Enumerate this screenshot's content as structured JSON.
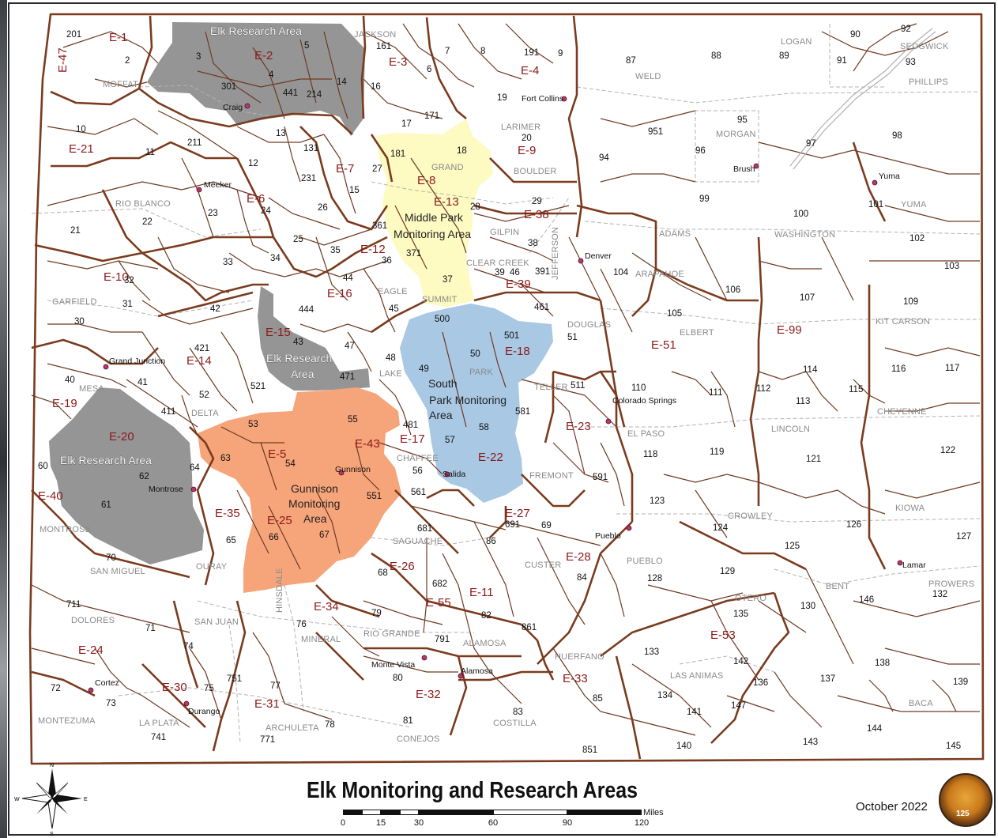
{
  "title": "Elk Monitoring and Research Areas",
  "date": "October 2022",
  "scale_bar": {
    "unit": "Miles",
    "ticks": [
      "0",
      "15",
      "30",
      "60",
      "90",
      "120"
    ]
  },
  "compass": {
    "n": "N",
    "s": "S",
    "e": "E",
    "w": "W"
  },
  "seal": {
    "year": "125"
  },
  "colors": {
    "boundary": "#7a3b1e",
    "research_area": "#959595",
    "middle_park": "#fdfac2",
    "south_park": "#a8c8e4",
    "gunnison": "#f6a57a",
    "dau_label": "#8b1a1a",
    "county_label": "#8a8a8a"
  },
  "areas": {
    "elk_research_north": "Elk Research Area",
    "elk_research_center_1": "Elk Research",
    "elk_research_center_2": "Area",
    "elk_research_west": "Elk Research Area",
    "middle_park_1": "Middle Park",
    "middle_park_2": "Monitoring Area",
    "south_park_1": "South",
    "south_park_2": "Park Monitoring",
    "south_park_3": "Area",
    "gunnison_1": "Gunnison",
    "gunnison_2": "Monitoring",
    "gunnison_3": "Area"
  },
  "dau_labels": [
    "E-1",
    "E-2",
    "E-47",
    "E-3",
    "E-4",
    "E-21",
    "E-9",
    "E-7",
    "E-8",
    "E-13",
    "E-6",
    "E-38",
    "E-12",
    "E-10",
    "E-16",
    "E-39",
    "E-15",
    "E-18",
    "E-14",
    "E-51",
    "E-99",
    "E-19",
    "E-17",
    "E-20",
    "E-23",
    "E-43",
    "E-5",
    "E-22",
    "E-40",
    "E-35",
    "E-25",
    "E-27",
    "E-28",
    "E-26",
    "E-55",
    "E-11",
    "E-34",
    "E-53",
    "E-24",
    "E-33",
    "E-32",
    "E-30",
    "E-31"
  ],
  "unit_numbers": [
    "201",
    "3",
    "5",
    "161",
    "7",
    "8",
    "191",
    "9",
    "90",
    "92",
    "2",
    "301",
    "4",
    "441",
    "214",
    "14",
    "16",
    "6",
    "87",
    "88",
    "89",
    "91",
    "93",
    "10",
    "13",
    "131",
    "17",
    "171",
    "19",
    "95",
    "98",
    "11",
    "211",
    "181",
    "18",
    "20",
    "951",
    "96",
    "97",
    "12",
    "231",
    "15",
    "27",
    "94",
    "99",
    "100",
    "102",
    "22",
    "23",
    "24",
    "26",
    "28",
    "29",
    "101",
    "21",
    "25",
    "361",
    "35",
    "36",
    "38",
    "103",
    "33",
    "34",
    "371",
    "391",
    "104",
    "106",
    "32",
    "31",
    "44",
    "45",
    "37",
    "39",
    "105",
    "107",
    "109",
    "30",
    "42",
    "444",
    "500",
    "501",
    "46",
    "461",
    "51",
    "421",
    "43",
    "47",
    "48",
    "50",
    "114",
    "116",
    "117",
    "40",
    "41",
    "52",
    "521",
    "471",
    "49",
    "511",
    "110",
    "111",
    "112",
    "113",
    "115",
    "411",
    "53",
    "55",
    "481",
    "58",
    "581",
    "63",
    "57",
    "119",
    "118",
    "121",
    "122",
    "60",
    "54",
    "56",
    "591",
    "62",
    "64",
    "551",
    "561",
    "123",
    "61",
    "691",
    "69",
    "124",
    "126",
    "127",
    "681",
    "65",
    "66",
    "67",
    "86",
    "125",
    "70",
    "68",
    "84",
    "128",
    "129",
    "682",
    "711",
    "82",
    "130",
    "146",
    "132",
    "71",
    "79",
    "791",
    "861",
    "135",
    "74",
    "133",
    "138",
    "751",
    "76",
    "80",
    "142",
    "72",
    "75",
    "77",
    "136",
    "137",
    "139",
    "73",
    "85",
    "134",
    "141",
    "147",
    "81",
    "83",
    "144",
    "741",
    "771",
    "78",
    "140",
    "851",
    "143",
    "145"
  ],
  "counties": [
    "MOFFAT",
    "JACKSON",
    "LOGAN",
    "SEDGWICK",
    "PHILLIPS",
    "WELD",
    "LARIMER",
    "MORGAN",
    "GRAND",
    "BOULDER",
    "RIO BLANCO",
    "ADAMS",
    "WASHINGTON",
    "YUMA",
    "GILPIN",
    "CLEAR CREEK",
    "JEFFERSON",
    "ARAPAHOE",
    "GARFIELD",
    "EAGLE",
    "SUMMIT",
    "DOUGLAS",
    "ELBERT",
    "KIT CARSON",
    "PARK",
    "MESA",
    "LAKE",
    "TELLER",
    "DELTA",
    "EL PASO",
    "LINCOLN",
    "CHEYENNE",
    "CHAFFEE",
    "FREMONT",
    "MONTROSE",
    "SAGUACHE",
    "CUSTER",
    "PUEBLO",
    "CROWLEY",
    "KIOWA",
    "OURAY",
    "SAN MIGUEL",
    "BENT",
    "PROWERS",
    "OTERO",
    "DOLORES",
    "SAN JUAN",
    "HINSDALE",
    "MINERAL",
    "RIO GRANDE",
    "ALAMOSA",
    "HUERFANO",
    "LAS ANIMAS",
    "BACA",
    "MONTEZUMA",
    "LA PLATA",
    "ARCHULETA",
    "CONEJOS",
    "COSTILLA"
  ],
  "cities": [
    "Craig",
    "Fort Collins",
    "Meeker",
    "Brush",
    "Yuma",
    "Denver",
    "Grand Junction",
    "Colorado Springs",
    "Gunnison",
    "Montrose",
    "Salida",
    "Pueblo",
    "Lamar",
    "Monte Vista",
    "Alamosa",
    "Cortez",
    "Durango"
  ]
}
